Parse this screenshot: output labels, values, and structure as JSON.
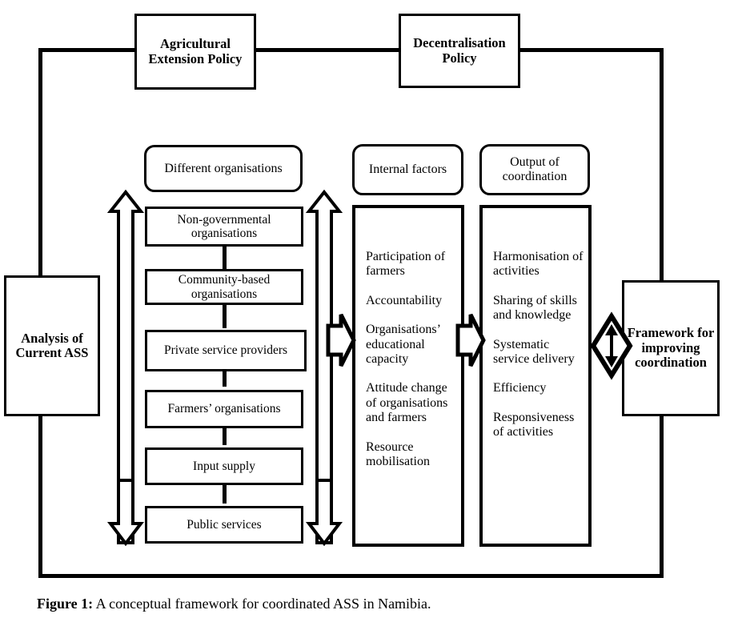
{
  "figure": {
    "caption_label": "Figure 1:",
    "caption_text": " A conceptual framework for coordinated ASS in Namibia."
  },
  "policies": [
    {
      "id": "agricultural-extension-policy",
      "label": "Agricultural Extension Policy"
    },
    {
      "id": "decentralisation-policy",
      "label": "Decentralisation Policy"
    }
  ],
  "side_boxes": {
    "left": {
      "id": "analysis-of-current-ass",
      "label": "Analysis of Current ASS"
    },
    "right": {
      "id": "framework-for-improving-coordination",
      "label": "Framework for improving coordination"
    }
  },
  "column_headers": [
    {
      "id": "different-organisations",
      "label": "Different organisations"
    },
    {
      "id": "internal-factors",
      "label": "Internal factors"
    },
    {
      "id": "output-of-coordination",
      "label": "Output of coordination"
    }
  ],
  "organisations": [
    {
      "label": "Non-governmental organisations"
    },
    {
      "label": "Community-based organisations"
    },
    {
      "label": "Private service providers"
    },
    {
      "label": "Farmers’ organisations"
    },
    {
      "label": "Input supply"
    },
    {
      "label": "Public services"
    }
  ],
  "internal_factors": [
    {
      "label": "Participation of farmers"
    },
    {
      "label": "Accountability"
    },
    {
      "label": "Organisations’ educational capacity"
    },
    {
      "label": "Attitude change of organisations and farmers"
    },
    {
      "label": "Resource mobilisation"
    }
  ],
  "outputs_of_coordination": [
    {
      "label": "Harmonisation of activities"
    },
    {
      "label": "Sharing of skills and knowledge"
    },
    {
      "label": "Systematic service delivery"
    },
    {
      "label": "Efficiency"
    },
    {
      "label": "Responsiveness of activities"
    }
  ],
  "connectors": {
    "up_arrow_left": "up-arrow",
    "down_arrow_left": "down-arrow",
    "up_arrow_right": "up-arrow",
    "down_arrow_right": "down-arrow",
    "org_to_factors": "right-arrow",
    "factors_to_output": "right-arrow",
    "output_to_framework": "double-vertical-arrow-diamond"
  },
  "colors": {
    "stroke": "#000000",
    "fill": "#ffffff",
    "text": "#000000"
  }
}
